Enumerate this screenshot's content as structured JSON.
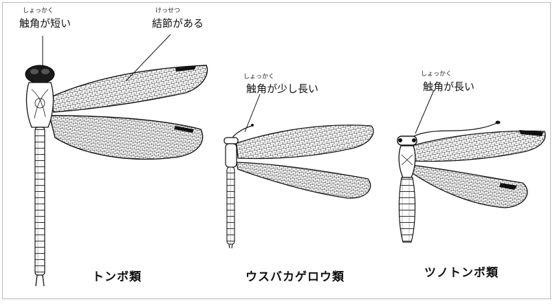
{
  "figure": {
    "dragonfly": {
      "caption": "トンボ類",
      "antenna_label": "触角が短い",
      "antenna_reading": "しょっかく",
      "node_label": "結節がある",
      "node_reading": "けっせつ"
    },
    "antlion": {
      "caption": "ウスバカゲロウ類",
      "antenna_label": "触角が少し長い",
      "antenna_reading": "しょっかく"
    },
    "owlfly": {
      "caption": "ツノトンボ類",
      "antenna_label": "触角が長い",
      "antenna_reading": "しょっかく"
    }
  },
  "colors": {
    "ink": "#111111",
    "frame": "#b9b9b9",
    "background": "#ffffff"
  }
}
